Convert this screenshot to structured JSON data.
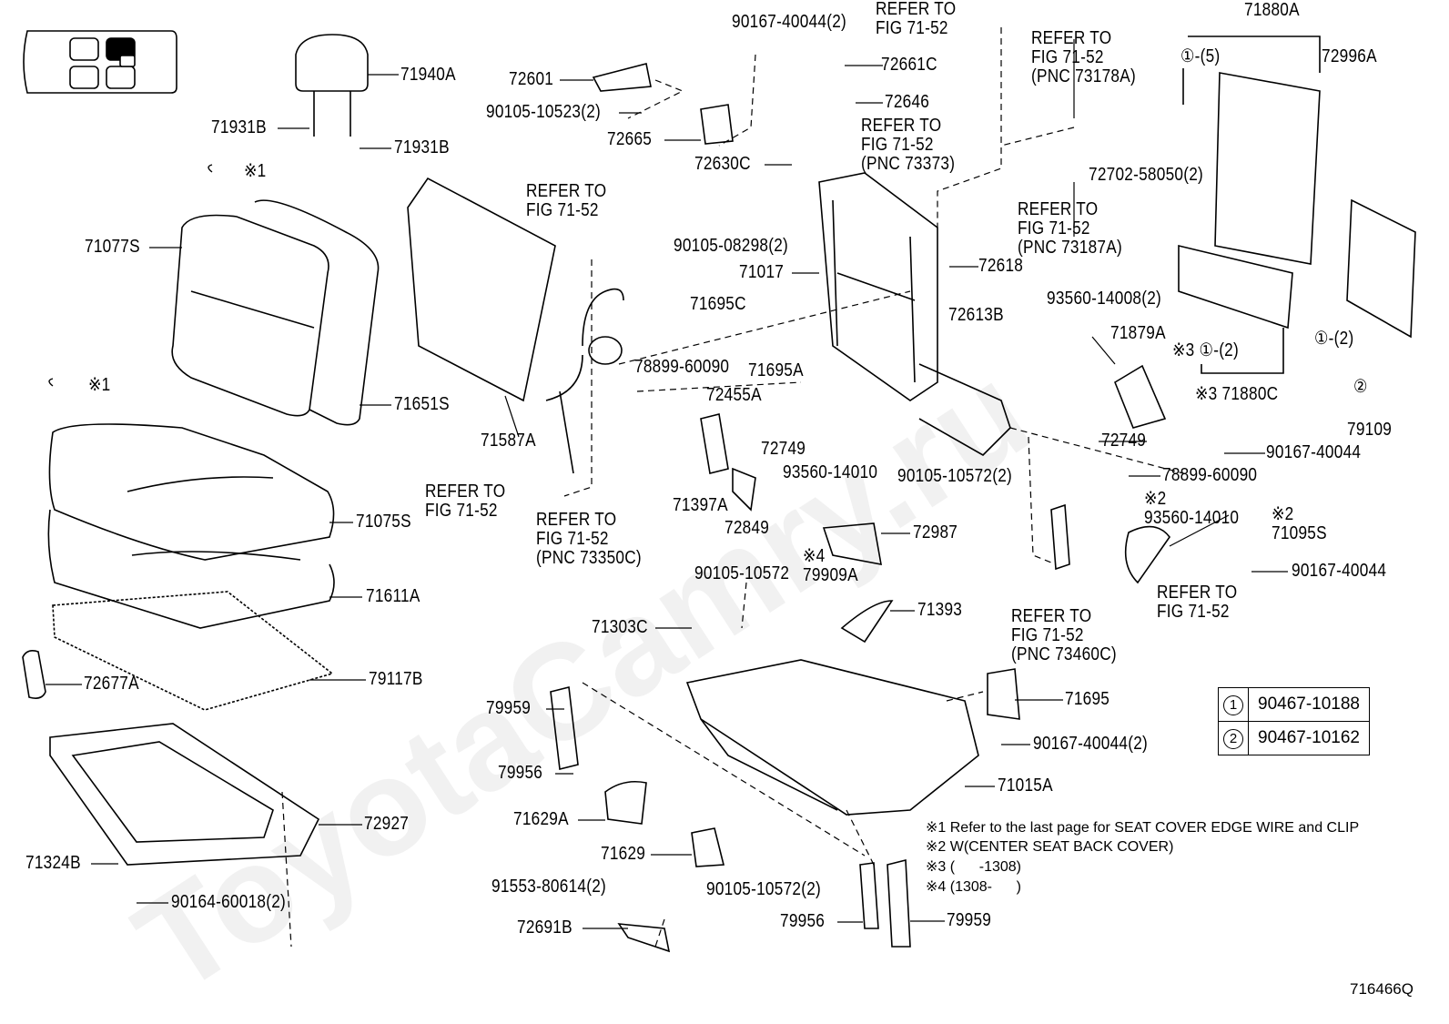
{
  "diagram": {
    "figure_code": "716466Q",
    "watermark": "ToyotaCamry.ru",
    "labels": [
      {
        "text": "71940A"
      },
      {
        "text": "71931B"
      },
      {
        "text": "71931B"
      },
      {
        "text": "71077S"
      },
      {
        "text": "71651S"
      },
      {
        "text": "71587A"
      },
      {
        "text": "71075S"
      },
      {
        "text": "71611A"
      },
      {
        "text": "72677A"
      },
      {
        "text": "79117B"
      },
      {
        "text": "72927"
      },
      {
        "text": "71324B"
      },
      {
        "text": "90164-60018(2)"
      },
      {
        "text": "72601"
      },
      {
        "text": "90105-10523(2)"
      },
      {
        "text": "72665"
      },
      {
        "text": "90167-40044(2)"
      },
      {
        "text": "REFER TO\nFIG 71-52"
      },
      {
        "text": "72661C"
      },
      {
        "text": "72646"
      },
      {
        "text": "REFER TO\nFIG 71-52\n(PNC 73373)"
      },
      {
        "text": "72630C"
      },
      {
        "text": "REFER TO\nFIG 71-52\n(PNC 73178A)"
      },
      {
        "text": "71880A"
      },
      {
        "text": "72996A"
      },
      {
        "text": "①-(5)"
      },
      {
        "text": "72702-58050(2)"
      },
      {
        "text": "REFER TO\nFIG 71-52\n(PNC 73187A)"
      },
      {
        "text": "90105-08298(2)"
      },
      {
        "text": "71017"
      },
      {
        "text": "72618"
      },
      {
        "text": "72613B"
      },
      {
        "text": "93560-14008(2)"
      },
      {
        "text": "71695C"
      },
      {
        "text": "71879A"
      },
      {
        "text": "※3 ①-(2)"
      },
      {
        "text": "①-(2)"
      },
      {
        "text": "※3 71880C"
      },
      {
        "text": "②"
      },
      {
        "text": "79109"
      },
      {
        "text": "78899-60090"
      },
      {
        "text": "71695A"
      },
      {
        "text": "72455A"
      },
      {
        "text": "REFER TO\nFIG 71-52"
      },
      {
        "text": "72749"
      },
      {
        "text": "93560-14010"
      },
      {
        "text": "90105-10572(2)"
      },
      {
        "text": "72749"
      },
      {
        "text": "90167-40044"
      },
      {
        "text": "78899-60090"
      },
      {
        "text": "71397A"
      },
      {
        "text": "72849"
      },
      {
        "text": "REFER TO\nFIG 71-52"
      },
      {
        "text": "REFER TO\nFIG 71-52\n(PNC 73350C)"
      },
      {
        "text": "72987"
      },
      {
        "text": "※2\n93560-14010"
      },
      {
        "text": "※2\n71095S"
      },
      {
        "text": "90167-40044"
      },
      {
        "text": "REFER TO\nFIG 71-52"
      },
      {
        "text": "※4\n79909A"
      },
      {
        "text": "90105-10572"
      },
      {
        "text": "71393"
      },
      {
        "text": "71303C"
      },
      {
        "text": "REFER TO\nFIG 71-52\n(PNC 73460C)"
      },
      {
        "text": "71695"
      },
      {
        "text": "90167-40044(2)"
      },
      {
        "text": "71015A"
      },
      {
        "text": "79959"
      },
      {
        "text": "79956"
      },
      {
        "text": "71629A"
      },
      {
        "text": "71629"
      },
      {
        "text": "90105-10572(2)"
      },
      {
        "text": "91553-80614(2)"
      },
      {
        "text": "72691B"
      },
      {
        "text": "79956"
      },
      {
        "text": "79959"
      },
      {
        "text": "※1"
      },
      {
        "text": "※1"
      }
    ],
    "notes": [
      "※1 Refer to the last page for SEAT COVER EDGE WIRE and CLIP",
      "※2 W(CENTER SEAT BACK COVER)",
      "※3 (      -1308)",
      "※4 (1308-      )"
    ],
    "reference_table": [
      {
        "key": "1",
        "part": "90467-10188"
      },
      {
        "key": "2",
        "part": "90467-10162"
      }
    ]
  }
}
